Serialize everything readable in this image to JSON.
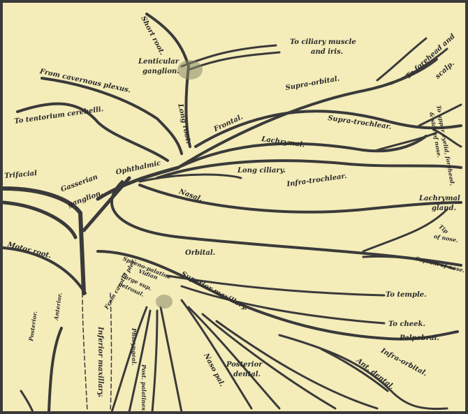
{
  "labels": {
    "short_root": "Short root.",
    "ciliary_muscle_1": "To ciliary muscle",
    "ciliary_muscle_2": "and iris.",
    "lenticular_1": "Lenticular",
    "lenticular_2": "ganglion.",
    "cavernous_plexus": "From cavernous plexus.",
    "forehead_1": "To forehead and",
    "forehead_2": "scalp.",
    "supra_orbital": "Supra-orbital.",
    "tentorium": "To tentorium cerebelli.",
    "long_root": "Long root.",
    "frontal": "Frontal.",
    "supra_trochlear": "Supra-trochlear.",
    "upper_eyelid_1": "To upper eyelid, forehead,",
    "upper_eyelid_2": "& side of nose.",
    "lachrymal": "Lachrymal.",
    "ophthalmic": "Ophthalmic",
    "trifacial": "Trifacial",
    "long_ciliary": "Long ciliary.",
    "infra_trochlear": "Infra-trochlear.",
    "nasal": "Nasal.",
    "lachrymal_gland_1": "Lachrymal",
    "lachrymal_gland_2": "gland.",
    "gasserian_1": "Gasserian",
    "gasserian_2": "ganglion.",
    "tip_nose_1": "Tip",
    "tip_nose_2": "of nose.",
    "motor_root": "Motor root.",
    "orbital": "Orbital.",
    "septum_nose": "Septum of nose.",
    "spheno_palatine": "Spheno-palatine",
    "vidian": "Vidian",
    "large_sup_petrosal": "Large sup.",
    "petrosal": "petrosal.",
    "carotid_plexus": "From carotid plex.",
    "superior_maxillary": "Superior maxillary.",
    "to_temple": "To temple.",
    "to_cheek": "To cheek.",
    "palpebral": "Palpebral.",
    "infra_orbital": "Infra-orbital.",
    "ant_dental": "Ant. dental.",
    "posterior_dental_1": "Posterior",
    "posterior_dental_2": "dental.",
    "naso_palatine": "Naso pal.",
    "pharyngeal": "Pharyngeal.",
    "post_palatines": "Post. palatines.",
    "inferior_maxillary": "Inferior maxillary.",
    "posterior": "Posterior.",
    "anterior": "Anterior."
  }
}
